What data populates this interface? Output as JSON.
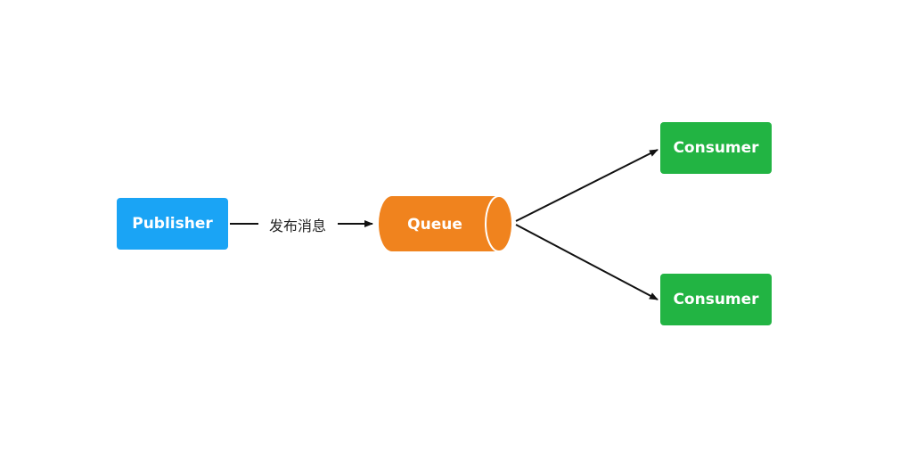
{
  "diagram": {
    "nodes": {
      "publisher": "Publisher",
      "queue": "Queue",
      "consumer_1": "Consumer",
      "consumer_2": "Consumer"
    },
    "edge_label": "发布消息"
  },
  "colors": {
    "publisher": "#1aa4f5",
    "queue": "#f0831e",
    "consumer": "#22b443",
    "arrow": "#111111"
  }
}
